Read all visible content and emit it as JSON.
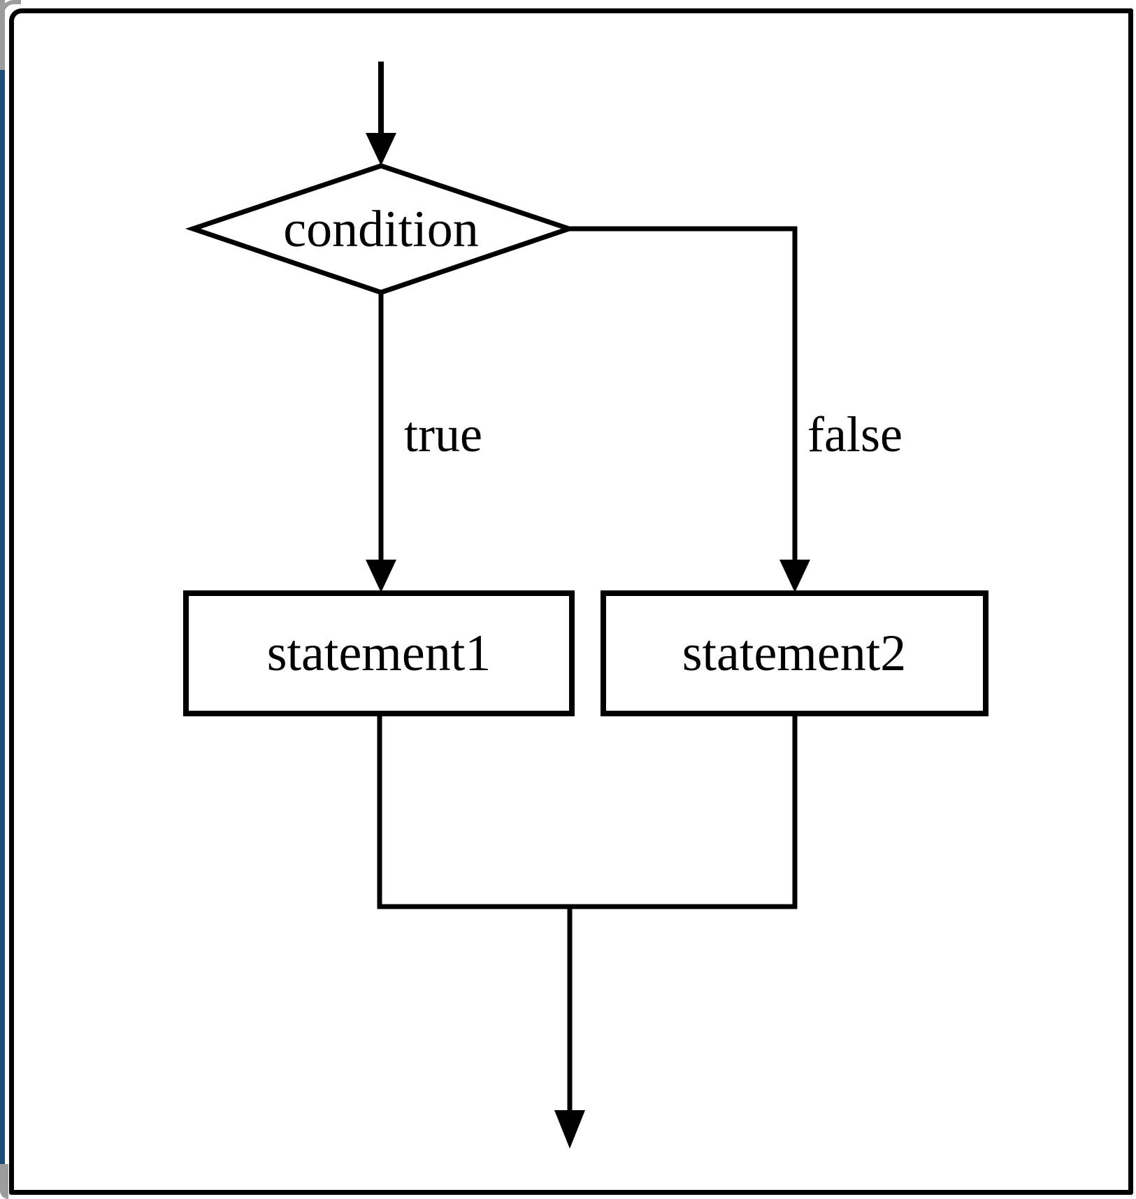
{
  "diagram": {
    "type": "flowchart",
    "condition": {
      "shape": "diamond",
      "label": "condition"
    },
    "statement1": {
      "shape": "rectangle",
      "label": "statement1"
    },
    "statement2": {
      "shape": "rectangle",
      "label": "statement2"
    },
    "branches": {
      "true_label": "true",
      "false_label": "false"
    },
    "colors": {
      "line": "#000000",
      "background": "#ffffff",
      "frame": "#000000",
      "left_edge_accent": "#1d4e79",
      "left_edge_gray": "#9c9c9c"
    }
  }
}
